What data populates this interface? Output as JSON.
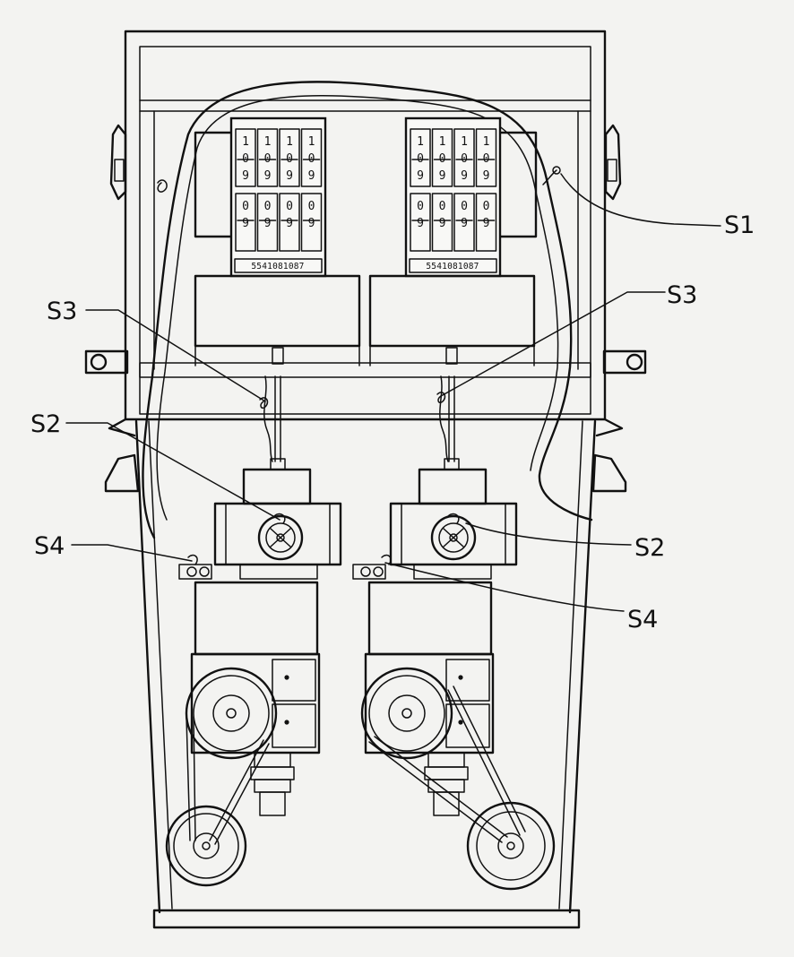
{
  "labels": {
    "s1": "S1",
    "s2_left": "S2",
    "s2_right": "S2",
    "s3_left": "S3",
    "s3_right": "S3",
    "s4_left": "S4",
    "s4_right": "S4"
  },
  "display": {
    "left": {
      "wheel_digits_top": [
        "1",
        "0",
        "9"
      ],
      "wheel_digits_bottom": [
        "0",
        "9"
      ],
      "counter": "5541081087"
    },
    "right": {
      "wheel_digits_top": [
        "1",
        "0",
        "9"
      ],
      "wheel_digits_bottom": [
        "0",
        "9"
      ],
      "counter": "5541081087"
    }
  },
  "colors": {
    "line": "#111111",
    "paper": "#f3f3f1"
  }
}
